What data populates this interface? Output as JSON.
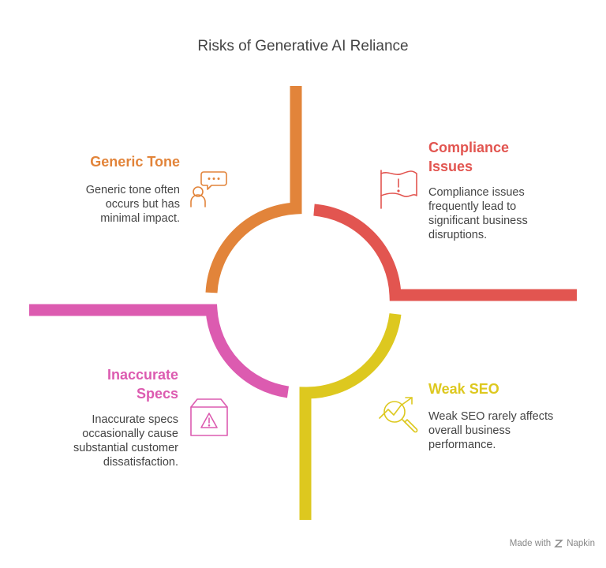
{
  "title": "Risks of Generative AI Reliance",
  "colors": {
    "generic_tone": "#E2843A",
    "compliance": "#E25550",
    "specs": "#DC5BB0",
    "seo": "#DDC81F"
  },
  "quadrants": {
    "generic_tone": {
      "heading": "Generic Tone",
      "desc": [
        "Generic tone often",
        "occurs but has",
        "minimal impact."
      ],
      "icon": "person-speech-bubble-icon"
    },
    "compliance": {
      "heading": [
        "Compliance",
        "Issues"
      ],
      "desc": [
        "Compliance issues",
        "frequently lead to",
        "significant business",
        "disruptions."
      ],
      "icon": "warning-flag-icon"
    },
    "specs": {
      "heading": [
        "Inaccurate",
        "Specs"
      ],
      "desc": [
        "Inaccurate specs",
        "occasionally cause",
        "substantial customer",
        "dissatisfaction."
      ],
      "icon": "warning-box-icon"
    },
    "seo": {
      "heading": "Weak SEO",
      "desc": [
        "Weak SEO rarely affects",
        "overall business",
        "performance."
      ],
      "icon": "search-chart-icon"
    }
  },
  "footer": {
    "made_with": "Made with",
    "brand": "Napkin"
  }
}
